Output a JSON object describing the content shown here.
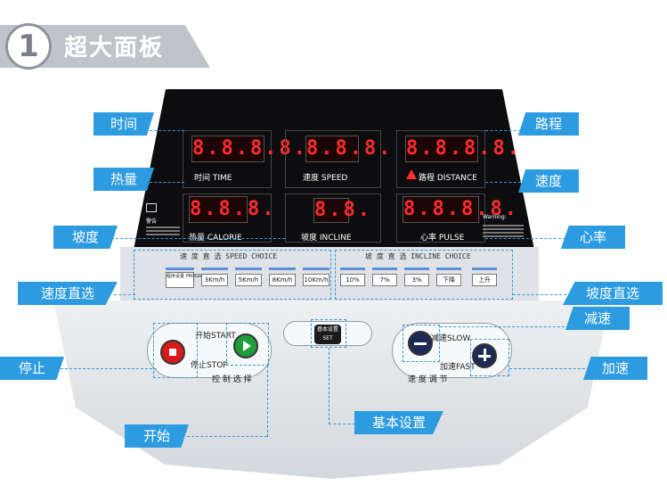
{
  "header": {
    "number": "1",
    "title": "超大面板"
  },
  "callouts": {
    "time": "时间",
    "calorie": "热量",
    "incline": "坡度",
    "speed_select": "速度直选",
    "stop": "停止",
    "start": "开始",
    "distance": "路程",
    "speed": "速度",
    "pulse": "心率",
    "incline_select": "坡度直选",
    "slow": "减速",
    "fast": "加速",
    "settings": "基本设置"
  },
  "displays": {
    "time": {
      "digits": "8.8.8.8.",
      "label": "时间 TIME"
    },
    "speed": {
      "digits": "8.8.8.",
      "label": "速度 SPEED"
    },
    "distance": {
      "digits": "8.8.8.8.",
      "label": "路程 DISTANCE"
    },
    "calorie": {
      "digits": "8.8.8.",
      "label": "热量 CALORIE"
    },
    "incline": {
      "digits": "8.8.",
      "label": "坡度 INCLINE"
    },
    "pulse": {
      "digits": "8.8.8.8.",
      "label": "心率 PULSE"
    }
  },
  "notice": {
    "title": "警告",
    "warning": "Warning:"
  },
  "speed_choice": {
    "title": "速 度 直 选  SPEED CHOICE",
    "keys": [
      "程序设置 PROGRAM",
      "3Km/h",
      "5Km/h",
      "8Km/h",
      "10Km/h"
    ]
  },
  "incline_choice": {
    "title": "坡 度 直 选  INCLINE CHOICE",
    "keys": [
      "10%",
      "7%",
      "3%",
      "下降",
      "上升"
    ]
  },
  "controls": {
    "start_label": "开始START",
    "stop_label": "停止STOP",
    "control_select": "控 制 选 择",
    "set_button": "基本设置 SET",
    "slow_label": "减速SLOW",
    "fast_label": "加速FAST",
    "speed_adjust": "速 度 调 节"
  },
  "colors": {
    "accent": "#2c9be0",
    "display_red": "#ff2a2a",
    "panel_black": "#0d0d10"
  }
}
